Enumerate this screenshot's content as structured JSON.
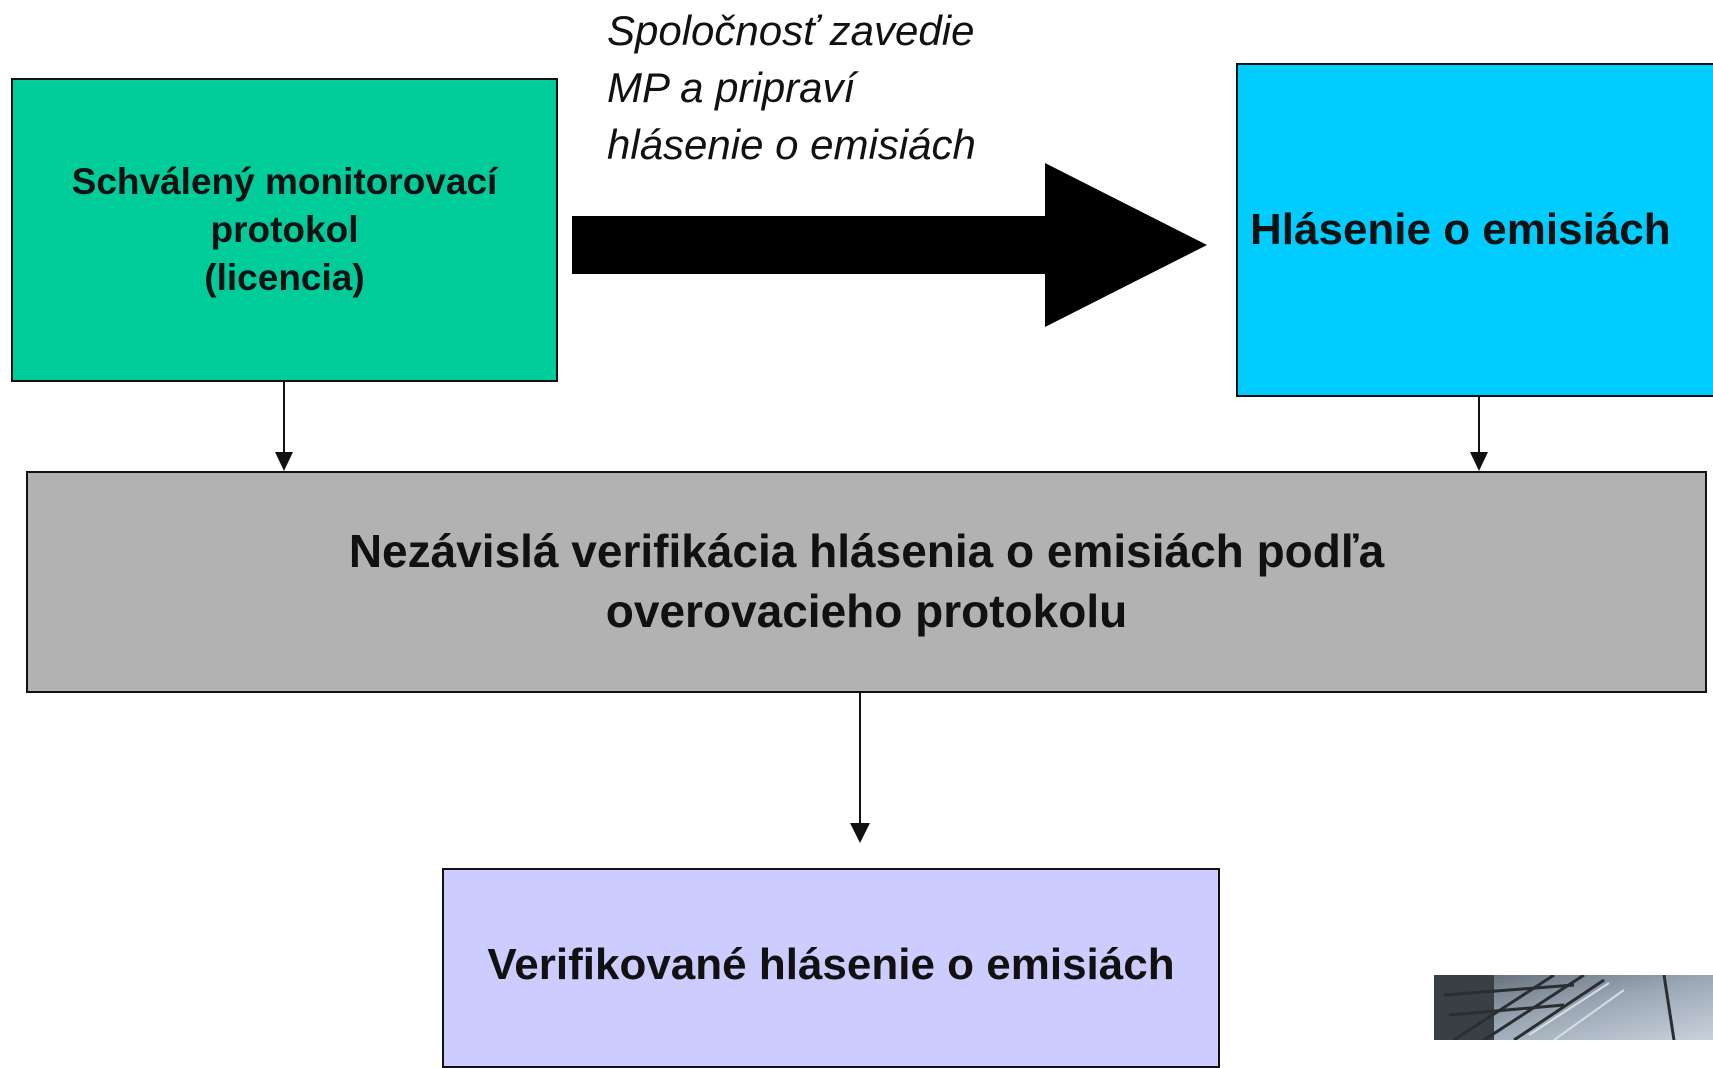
{
  "nodes": {
    "protocol": {
      "line1": "Schválený monitorovací",
      "line2": "protokol",
      "line3": "(licencia)",
      "color": "#00cc99"
    },
    "report": {
      "label": "Hlásenie o emisiách",
      "color": "#00ccff"
    },
    "verification": {
      "line1": "Nezávislá verifikácia hlásenia o emisiách podľa",
      "line2": "overovacieho protokolu",
      "color": "#b2b2b2"
    },
    "verified": {
      "label": "Verifikované hlásenie o emisiách",
      "color": "#ccccff"
    }
  },
  "edge_label": {
    "line1": "Spoločnosť zavedie",
    "line2": "MP a pripraví",
    "line3": "hlásenie o emisiách"
  },
  "edges": [
    {
      "from": "protocol",
      "to": "report",
      "style": "thick-black-arrow"
    },
    {
      "from": "protocol",
      "to": "verification"
    },
    {
      "from": "report",
      "to": "verification"
    },
    {
      "from": "verification",
      "to": "verified"
    }
  ],
  "photo": {
    "subject": "industrial-structure-photo"
  }
}
